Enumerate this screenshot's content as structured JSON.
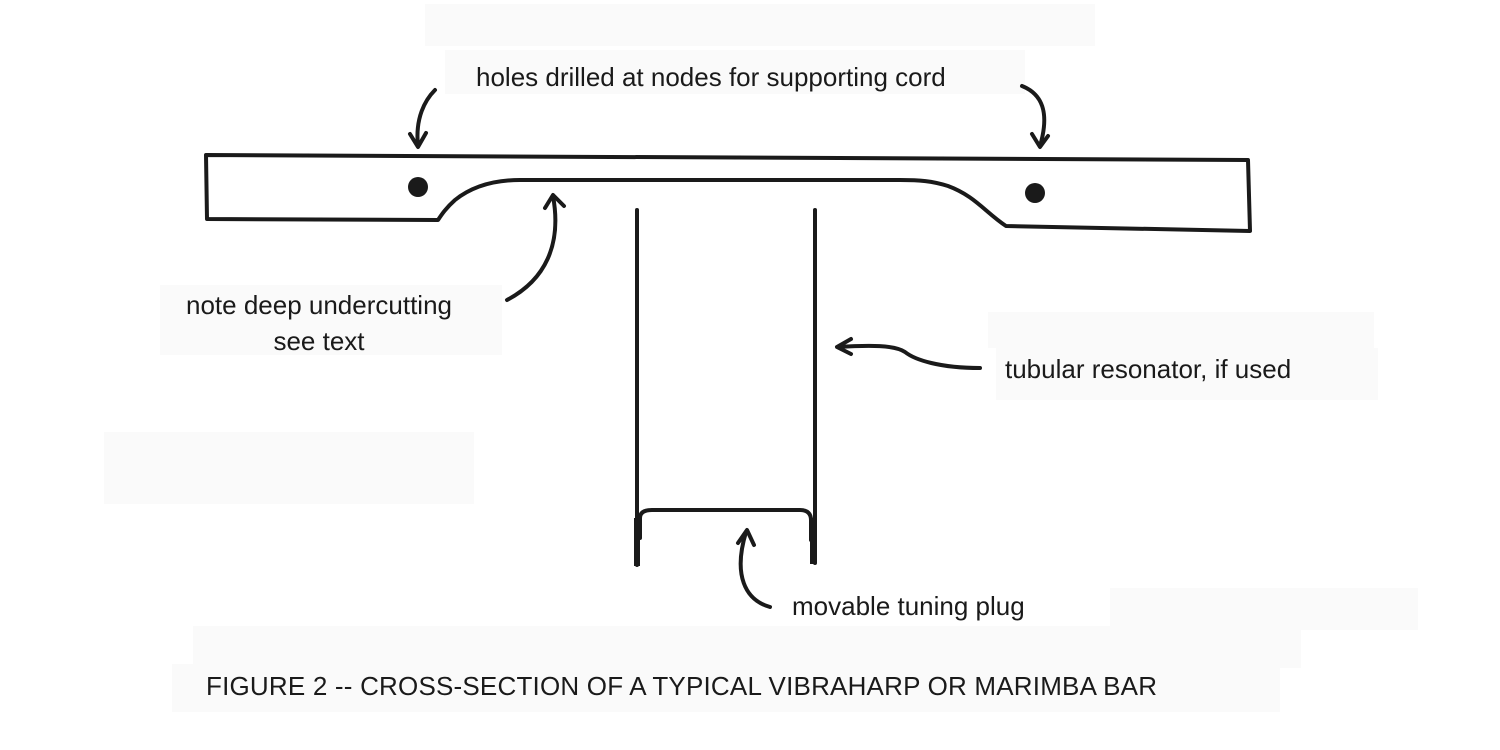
{
  "labels": {
    "holes": "holes drilled at nodes for supporting cord",
    "undercut_line1": "note deep undercutting",
    "undercut_line2": "see text",
    "resonator": "tubular resonator, if used",
    "plug": "movable tuning plug"
  },
  "caption": "FIGURE 2 -- CROSS-SECTION OF A TYPICAL VIBRAHARP OR MARIMBA BAR",
  "colors": {
    "ink": "#1a1a1a",
    "background": "#ffffff",
    "patch": "#fafafa"
  }
}
